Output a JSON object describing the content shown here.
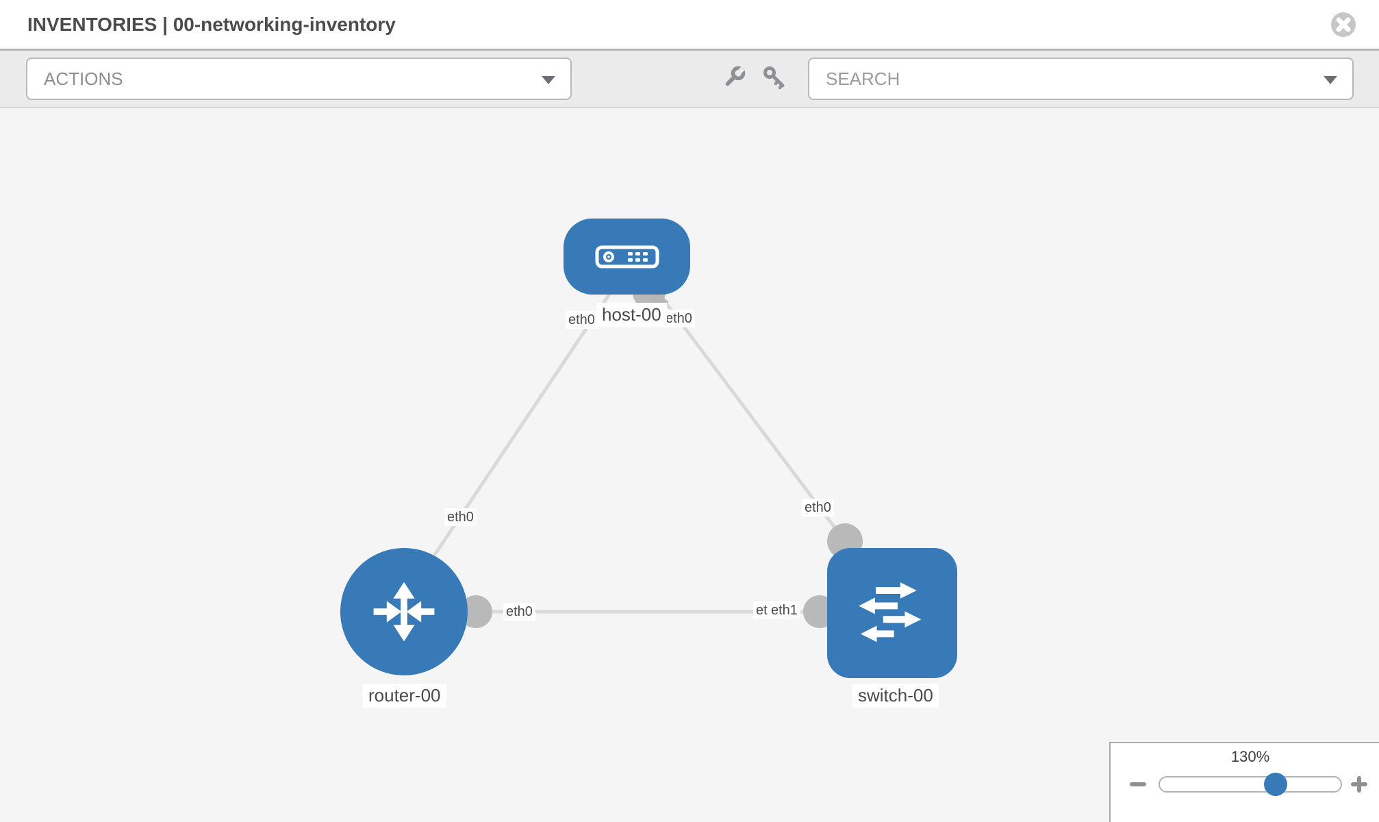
{
  "header": {
    "title": "INVENTORIES | 00-networking-inventory",
    "close_icon": "x-circle"
  },
  "toolbar": {
    "actions_label": "ACTIONS",
    "search_placeholder": "SEARCH",
    "tool_icons": [
      "wrench-icon",
      "key-icon"
    ]
  },
  "graph": {
    "nodes": [
      {
        "id": "host-00",
        "label": "host-00",
        "type": "host",
        "icon": "server-icon"
      },
      {
        "id": "router-00",
        "label": "router-00",
        "type": "router",
        "icon": "router-arrows-icon"
      },
      {
        "id": "switch-00",
        "label": "switch-00",
        "type": "switch",
        "icon": "switch-arrows-icon"
      }
    ],
    "links": [
      {
        "source": "host-00",
        "source_interface": "eth0",
        "target": "router-00",
        "target_interface": "eth0"
      },
      {
        "source": "host-00",
        "source_interface": "eth0",
        "target": "switch-00",
        "target_interface": "eth0"
      },
      {
        "source": "router-00",
        "source_interface": "eth0",
        "target": "switch-00",
        "target_interface": "eth1"
      }
    ]
  },
  "zoom_control": {
    "level": "130%",
    "minus_icon": "minus",
    "plus_icon": "plus",
    "slider_position_percent": 60
  },
  "colors": {
    "node_blue": "#377ab7",
    "link_gray": "#d9d9d9",
    "interface_bubble_gray": "#b9b9b9",
    "canvas_bg": "#f5f5f5",
    "toolbar_bg": "#ebebeb",
    "title_text": "#4c4c4c"
  }
}
